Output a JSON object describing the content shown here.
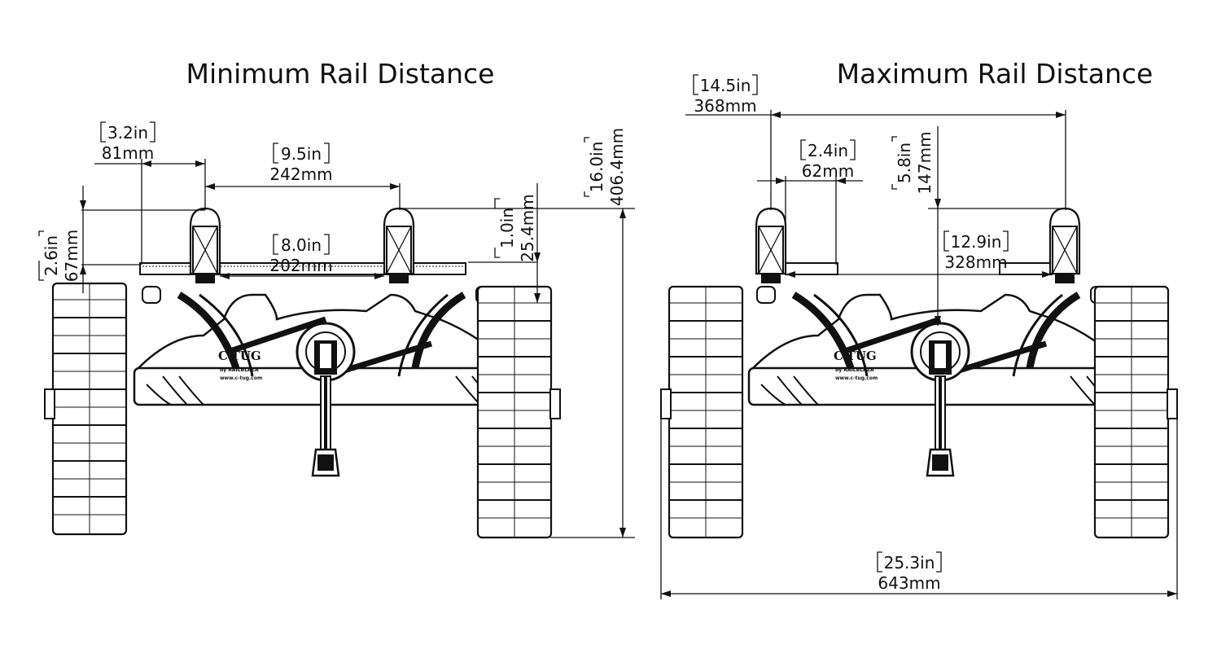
{
  "views": [
    {
      "title": "Minimum Rail Distance",
      "dimensions": {
        "rail_offset": {
          "in": "3.2in",
          "mm": "81mm"
        },
        "rail_spacing": {
          "in": "9.5in",
          "mm": "242mm"
        },
        "inner_spacing": {
          "in": "8.0in",
          "mm": "202mm"
        },
        "rail_height": {
          "in": "2.6in",
          "mm": "67mm"
        },
        "rail_lift": {
          "in": "1.0in",
          "mm": "25.4mm"
        },
        "total_height": {
          "in": "16.0in",
          "mm": "406.4mm"
        }
      }
    },
    {
      "title": "Maximum Rail Distance",
      "dimensions": {
        "rail_spacing": {
          "in": "14.5in",
          "mm": "368mm"
        },
        "rail_offset": {
          "in": "2.4in",
          "mm": "62mm"
        },
        "rail_height": {
          "in": "5.8in",
          "mm": "147mm"
        },
        "inner_spacing": {
          "in": "12.9in",
          "mm": "328mm"
        },
        "overall_width": {
          "in": "25.3in",
          "mm": "643mm"
        }
      }
    }
  ],
  "product": {
    "brand": "C-TUG",
    "byline": "by RAILBLAZA",
    "website": "www.c-tug.com"
  }
}
